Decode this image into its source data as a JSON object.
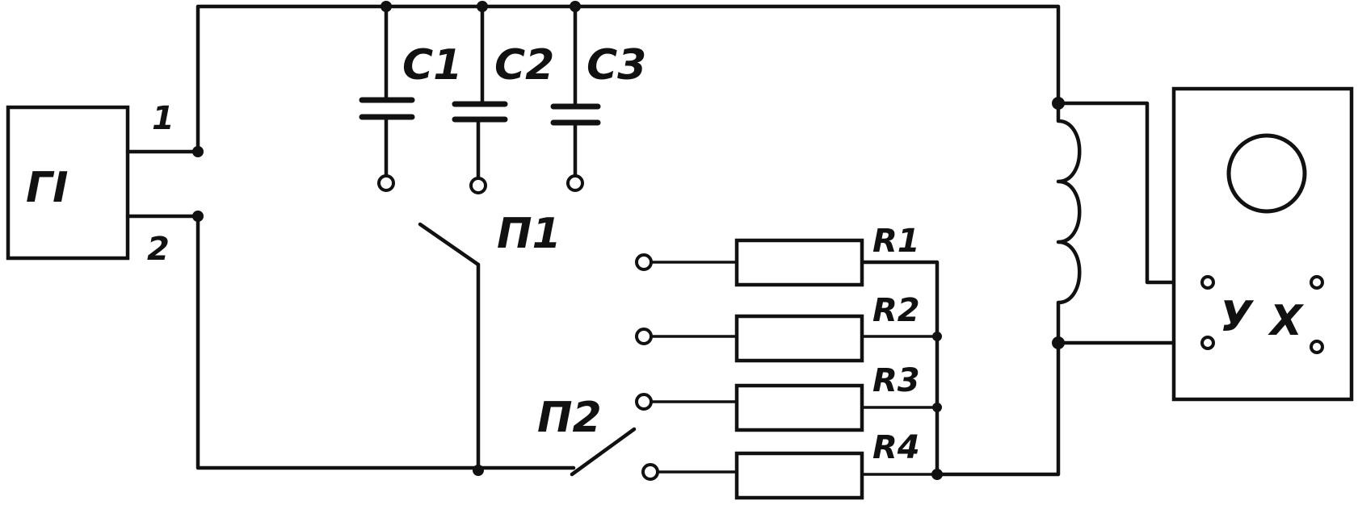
{
  "generator": {
    "label": "ГI"
  },
  "pins": {
    "pin1": "1",
    "pin2": "2"
  },
  "capacitors": [
    {
      "label": "C1"
    },
    {
      "label": "C2"
    },
    {
      "label": "C3"
    }
  ],
  "switches": {
    "s1": "П1",
    "s2": "П2"
  },
  "resistors": [
    {
      "label": "R1"
    },
    {
      "label": "R2"
    },
    {
      "label": "R3"
    },
    {
      "label": "R4"
    }
  ],
  "oscilloscope": {
    "y_label": "У",
    "x_label": "Х"
  }
}
